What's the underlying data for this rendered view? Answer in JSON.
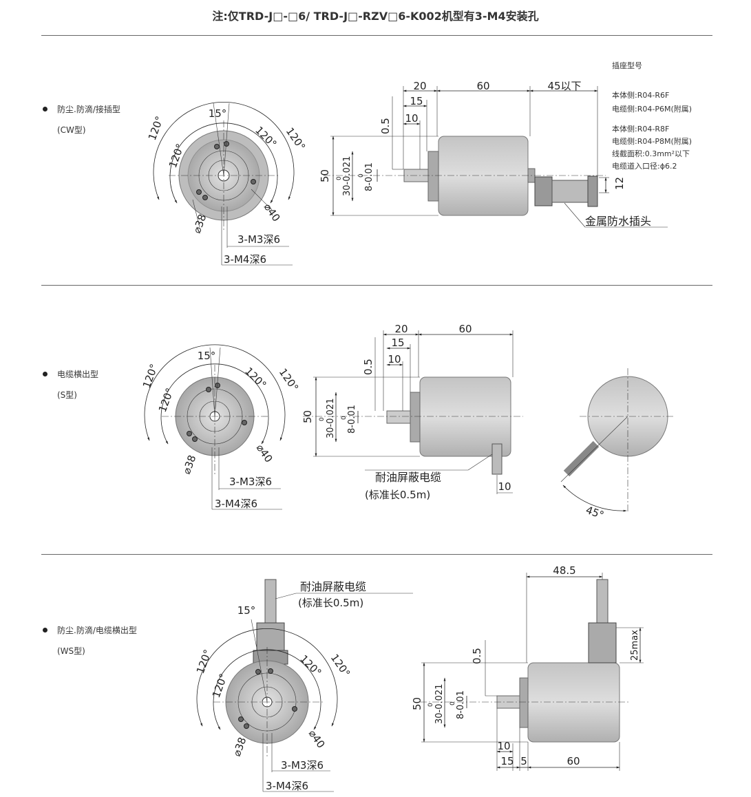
{
  "title": "注:仅TRD-J□-□6/ TRD-J□-RZV□6-K002机型有3-M4安装孔",
  "sections": [
    {
      "name": "防尘.防滴/接插型",
      "type": "(CW型)",
      "front": {
        "angle_small": "15°",
        "angle_a": "120°",
        "angle_b": "120°",
        "angle_c": "120°",
        "angle_d": "120°",
        "dia_inner": "⌀38",
        "dia_outer": "⌀40",
        "hole_m3": "3-M3深6",
        "hole_m4": "3-M4深6"
      },
      "side": {
        "d20": "20",
        "d15": "15",
        "d10": "10",
        "d05": "0.5",
        "d60": "60",
        "d45": "45以下",
        "h50": "50",
        "h30": "30-0.021",
        "h30_top": "0",
        "h8": "8-0.01",
        "h8_top": "0",
        "h12": "12",
        "connector": "金属防水插头"
      },
      "notes": [
        "插座型号",
        "本体侧:R04-R6F",
        "电缆侧:R04-P6M(附属)",
        "本体侧:R04-R8F",
        "电缆侧:R04-P8M(附属)",
        "线截面积:0.3mm²以下",
        "电缆道入口径:ϕ6.2"
      ]
    },
    {
      "name": "电缆横出型",
      "type": "(S型)",
      "front": {
        "angle_small": "15°",
        "angle_a": "120°",
        "angle_b": "120°",
        "angle_c": "120°",
        "angle_d": "120°",
        "dia_inner": "⌀38",
        "dia_outer": "⌀40",
        "hole_m3": "3-M3深6",
        "hole_m4": "3-M4深6"
      },
      "side": {
        "d20": "20",
        "d15": "15",
        "d10": "10",
        "d05": "0.5",
        "d60": "60",
        "h50": "50",
        "h30": "30-0.021",
        "h30_top": "0",
        "h8": "8-0.01",
        "h8_top": "0",
        "d10b": "10",
        "cable": "耐油屏蔽电缆",
        "cable_len": "(标准长0.5m)"
      },
      "back": {
        "angle": "45°"
      }
    },
    {
      "name": "防尘.防滴/电缆横出型",
      "type": "(WS型)",
      "front": {
        "angle_small": "15°",
        "angle_a": "120°",
        "angle_b": "120°",
        "angle_c": "120°",
        "angle_d": "120°",
        "dia_inner": "⌀38",
        "dia_outer": "⌀40",
        "hole_m3": "3-M3深6",
        "hole_m4": "3-M4深6",
        "cable": "耐油屏蔽电缆",
        "cable_len": "(标准长0.5m)"
      },
      "side": {
        "d485": "48.5",
        "d05": "0.5",
        "h50": "50",
        "h30": "30-0.021",
        "h30_top": "0",
        "h8": "8-0.01",
        "h8_top": "0",
        "d25": "25max",
        "d10": "10",
        "d15": "15",
        "d5": "5",
        "d60": "60"
      }
    }
  ]
}
